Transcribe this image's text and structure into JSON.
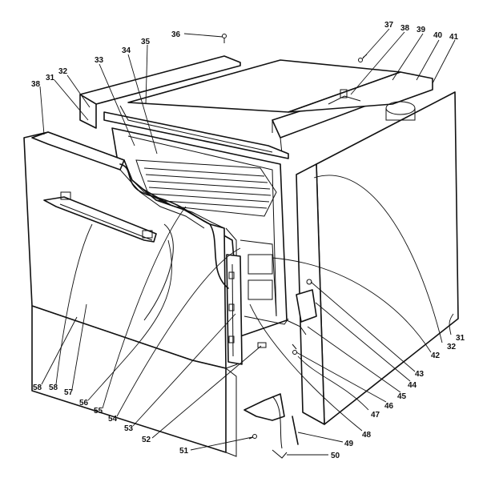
{
  "callouts": [
    {
      "id": "36",
      "text": "36"
    },
    {
      "id": "37",
      "text": "37"
    },
    {
      "id": "38a",
      "text": "38"
    },
    {
      "id": "39",
      "text": "39"
    },
    {
      "id": "40",
      "text": "40"
    },
    {
      "id": "41",
      "text": "41"
    },
    {
      "id": "38b",
      "text": "38"
    },
    {
      "id": "31a",
      "text": "31"
    },
    {
      "id": "32a",
      "text": "32"
    },
    {
      "id": "33",
      "text": "33"
    },
    {
      "id": "34",
      "text": "34"
    },
    {
      "id": "35",
      "text": "35"
    },
    {
      "id": "31b",
      "text": "31"
    },
    {
      "id": "32b",
      "text": "32"
    },
    {
      "id": "42",
      "text": "42"
    },
    {
      "id": "43",
      "text": "43"
    },
    {
      "id": "44",
      "text": "44"
    },
    {
      "id": "45",
      "text": "45"
    },
    {
      "id": "46",
      "text": "46"
    },
    {
      "id": "47",
      "text": "47"
    },
    {
      "id": "48",
      "text": "48"
    },
    {
      "id": "49",
      "text": "49"
    },
    {
      "id": "50",
      "text": "50"
    },
    {
      "id": "51",
      "text": "51"
    },
    {
      "id": "52",
      "text": "52"
    },
    {
      "id": "53",
      "text": "53"
    },
    {
      "id": "54",
      "text": "54"
    },
    {
      "id": "55",
      "text": "55"
    },
    {
      "id": "56",
      "text": "56"
    },
    {
      "id": "57",
      "text": "57"
    },
    {
      "id": "58a",
      "text": "58"
    },
    {
      "id": "58b",
      "text": "58"
    }
  ]
}
